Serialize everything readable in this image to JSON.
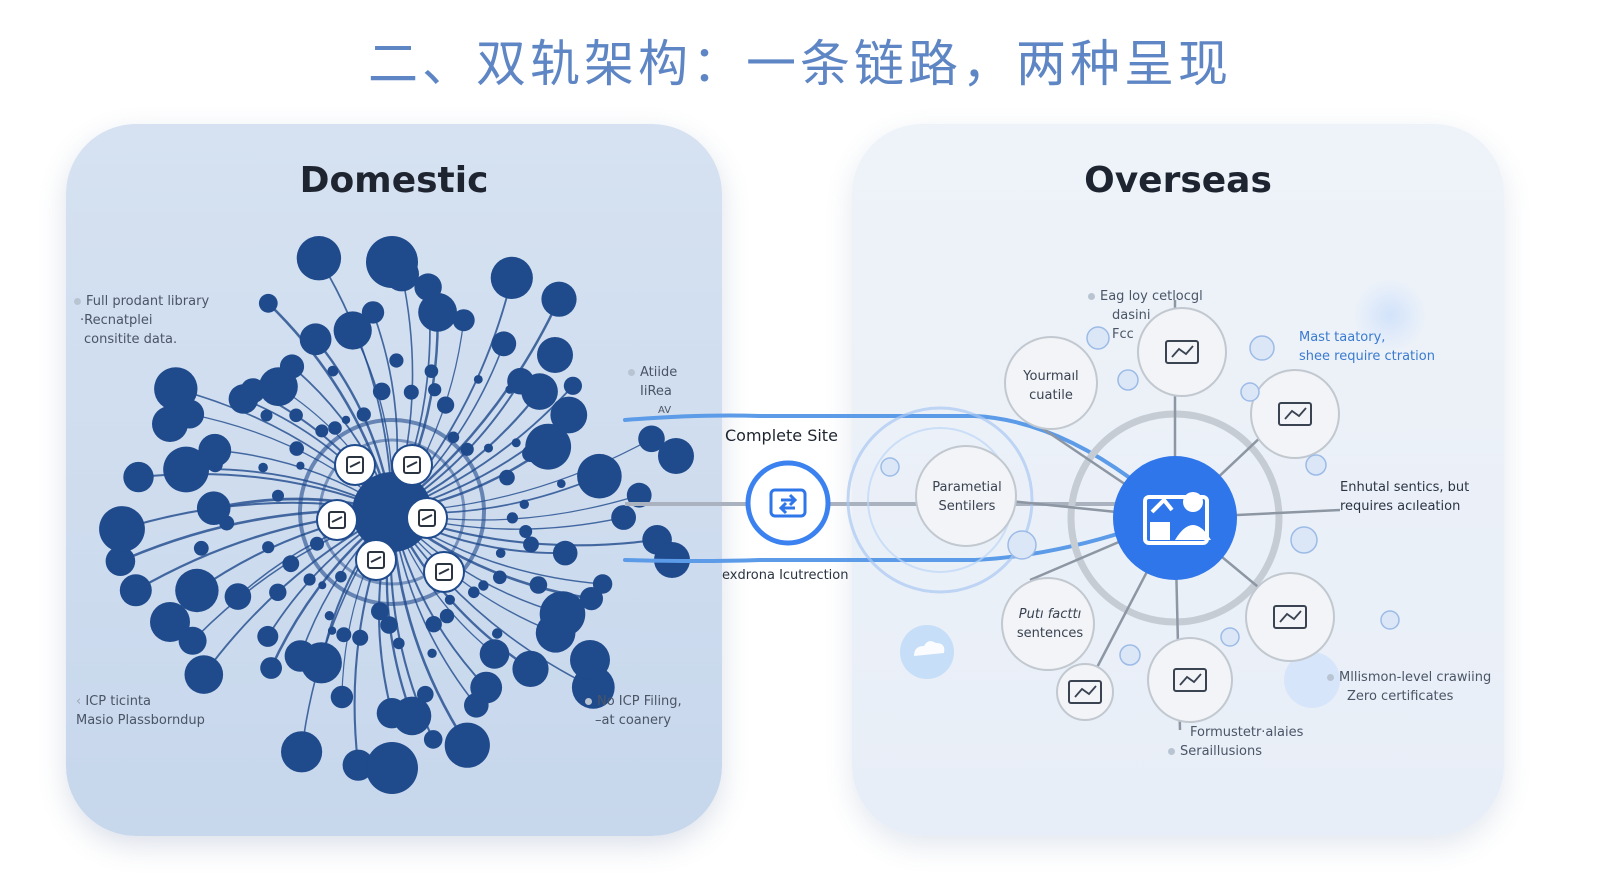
{
  "title": "二、双轨架构：一条链路，两种呈现",
  "colors": {
    "title": "#5f86c4",
    "domestic_node": "#1f4a8c",
    "link_blue": "#5b9be8",
    "hub_blue": "#2f76ea"
  },
  "domestic": {
    "title": "Domestic",
    "label_top_left": [
      "Full prodant library",
      "·Recnatplei",
      "consitite data."
    ],
    "label_right": [
      "Atiide",
      "IiRea",
      "AV"
    ],
    "label_bottom_left": [
      "ICP ticinta",
      "Masio Plassborndup"
    ],
    "label_bottom_right": [
      "No ICP Filing,",
      "–at coanery"
    ],
    "center_icons": [
      "map-pin-icon",
      "tools-icon",
      "scissors-icon",
      "robot-icon",
      "chart-icon",
      "plant-icon"
    ]
  },
  "connector": {
    "top_label": "Complete Site",
    "bottom_label": "exdrona Icutrection",
    "icon": "sync-icon"
  },
  "overseas": {
    "title": "Overseas",
    "hub_icon": "person-chart-icon",
    "nodes": [
      {
        "name": "youmall",
        "lines": [
          "Yourmaıl",
          "cuatile"
        ]
      },
      {
        "name": "parametral",
        "lines": [
          "Parametial",
          "Sentilers"
        ]
      },
      {
        "name": "putt-facht",
        "lines": [
          "Putı facttı",
          "sentences"
        ]
      },
      {
        "name": "chart-top",
        "icon": "chart-icon"
      },
      {
        "name": "document",
        "icon": "document-icon"
      },
      {
        "name": "factory",
        "icon": "factory-icon"
      },
      {
        "name": "monitor",
        "icon": "monitor-icon"
      },
      {
        "name": "handshake",
        "icon": "handshake-icon"
      }
    ],
    "label_top_left": [
      "Eag loy cetlocgl",
      "dasini",
      "Fcc"
    ],
    "label_top_right": [
      "Mast taatory,",
      "shee require ctration"
    ],
    "label_right": [
      "Enhutal sentics, but",
      "requires acıleation"
    ],
    "label_bottom_right": [
      "Mllismon-level crawiing",
      "Zero certificates"
    ],
    "label_bottom": [
      "Formustetr·alaies",
      "Seraillusions"
    ]
  }
}
